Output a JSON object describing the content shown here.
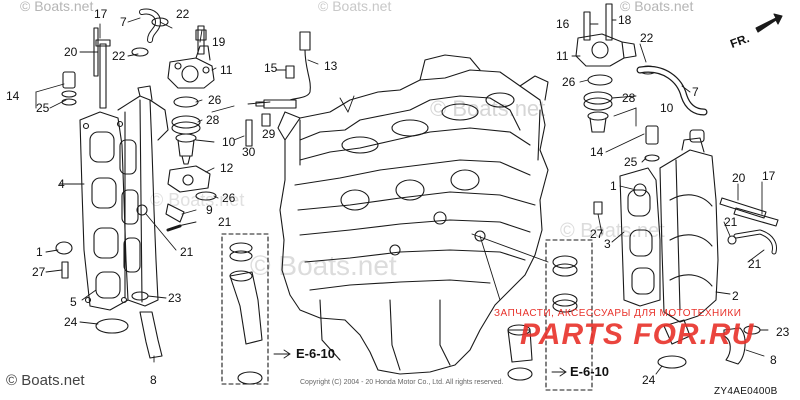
{
  "watermarks": {
    "corner_top_left": "© Boats.net",
    "corner_top_right": "© Boats.net",
    "corner_bottom_left": "© Boats.net",
    "faded_1": "© Boats.net",
    "faded_2": "© Boats.net",
    "faded_3": "© Boats.net",
    "faded_4": "© Boats.net",
    "faded_5": "© Boats.net"
  },
  "brand": {
    "name": "PARTS FOR.RU",
    "tagline": "ЗАПЧАСТИ, АКСЕССУАРЫ ДЛЯ МОТОТЕХНИКИ"
  },
  "copyright": "Copyright (C) 2004 - 20 Honda Motor Co., Ltd. All rights reserved.",
  "diagram_code": "ZY4AE0400B",
  "direction_label": "FR.",
  "references": [
    "E-6-10",
    "E-6-10"
  ],
  "callouts": {
    "c1": "17",
    "c2": "7",
    "c3": "22",
    "c4": "22",
    "c5": "19",
    "c6": "20",
    "c7": "11",
    "c8": "15",
    "c9": "13",
    "c10": "14",
    "c11": "25",
    "c12": "26",
    "c13": "28",
    "c14": "10",
    "c15": "29",
    "c16": "30",
    "c17": "12",
    "c18": "4",
    "c19": "26",
    "c20": "9",
    "c21": "21",
    "c22": "21",
    "c23": "1",
    "c24": "27",
    "c25": "5",
    "c26": "23",
    "c27": "24",
    "c28": "8",
    "c29": "16",
    "c30": "18",
    "c31": "22",
    "c32": "11",
    "c33": "7",
    "c34": "26",
    "c35": "28",
    "c36": "10",
    "c37": "14",
    "c38": "25",
    "c39": "1",
    "c40": "20",
    "c41": "17",
    "c42": "27",
    "c43": "21",
    "c44": "3",
    "c45": "21",
    "c46": "2",
    "c47": "23",
    "c48": "24",
    "c49": "8"
  }
}
